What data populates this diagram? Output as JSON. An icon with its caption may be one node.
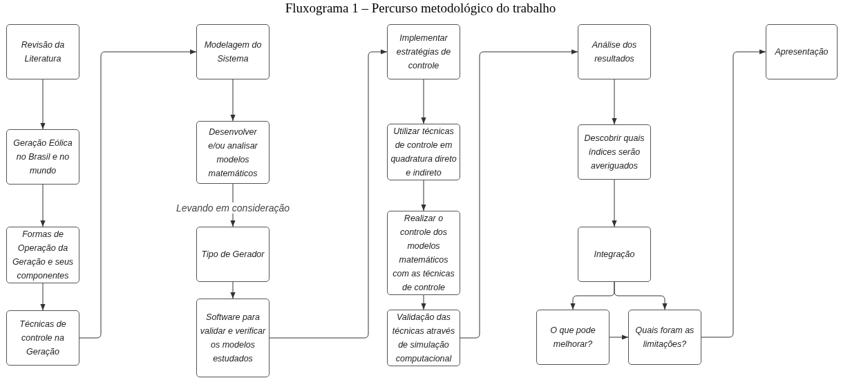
{
  "diagram": {
    "title": "Fluxograma 1 – Percurso metodológico do trabalho",
    "nodes": [
      {
        "text": [
          "Revisão da Literatura"
        ]
      },
      {
        "text": [
          "Geração Eólica no Brasil e no mundo"
        ]
      },
      {
        "text": [
          "Formas de Operação da Geração e seus componentes"
        ]
      },
      {
        "text": [
          "Técnicas de controle na Geração"
        ]
      },
      {
        "text": [
          "Modelagem do Sistema"
        ]
      },
      {
        "text": [
          "Desenvolver e/ou analisar modelos matemáticos"
        ]
      },
      {
        "text": [
          "Tipo de Gerador"
        ]
      },
      {
        "text": [
          "Software para validar e verificar os modelos estudados"
        ]
      },
      {
        "text": [
          "Implementar estratégias de controle"
        ]
      },
      {
        "text": [
          "Utilizar técnicas de controle em quadratura direto e indireto"
        ]
      },
      {
        "text": [
          "Realizar o controle dos modelos matemáticos com as técnicas de controle"
        ]
      },
      {
        "text": [
          "Validação das técnicas através de simulação computacional"
        ]
      },
      {
        "text": [
          "Análise dos resultados"
        ]
      },
      {
        "text": [
          "Descobrir quais índices serão averiguados"
        ]
      },
      {
        "text": [
          "Integração"
        ]
      },
      {
        "text": [
          "O que pode melhorar?"
        ]
      },
      {
        "text": [
          "Quais foram as limitações?"
        ]
      },
      {
        "text": [
          "Apresentação"
        ]
      }
    ],
    "edges": [
      {
        "from": 0,
        "to": 1,
        "arrow": "to"
      },
      {
        "from": 1,
        "to": 2,
        "arrow": "to"
      },
      {
        "from": 2,
        "to": 3,
        "arrow": "to"
      },
      {
        "from": 3,
        "to": 4,
        "arrow": "to"
      },
      {
        "from": 4,
        "to": 5,
        "arrow": "to"
      },
      {
        "from": 5,
        "to": 6,
        "arrow": "to",
        "label": "Levando em consideração"
      },
      {
        "from": 6,
        "to": 7,
        "arrow": "to"
      },
      {
        "from": 7,
        "to": 8,
        "arrow": "to"
      },
      {
        "from": 8,
        "to": 9,
        "arrow": "to"
      },
      {
        "from": 9,
        "to": 10,
        "arrow": "to"
      },
      {
        "from": 10,
        "to": 11,
        "arrow": "to"
      },
      {
        "from": 11,
        "to": 12,
        "arrow": "to"
      },
      {
        "from": 12,
        "to": 13,
        "arrow": "to"
      },
      {
        "from": 13,
        "to": 14,
        "arrow": "to"
      },
      {
        "from": 14,
        "to": 15,
        "arrow": "to"
      },
      {
        "from": 14,
        "to": 16,
        "arrow": "to"
      },
      {
        "from": 15,
        "to": 16,
        "arrow": "to"
      },
      {
        "from": 16,
        "to": 17,
        "arrow": "to"
      }
    ]
  }
}
